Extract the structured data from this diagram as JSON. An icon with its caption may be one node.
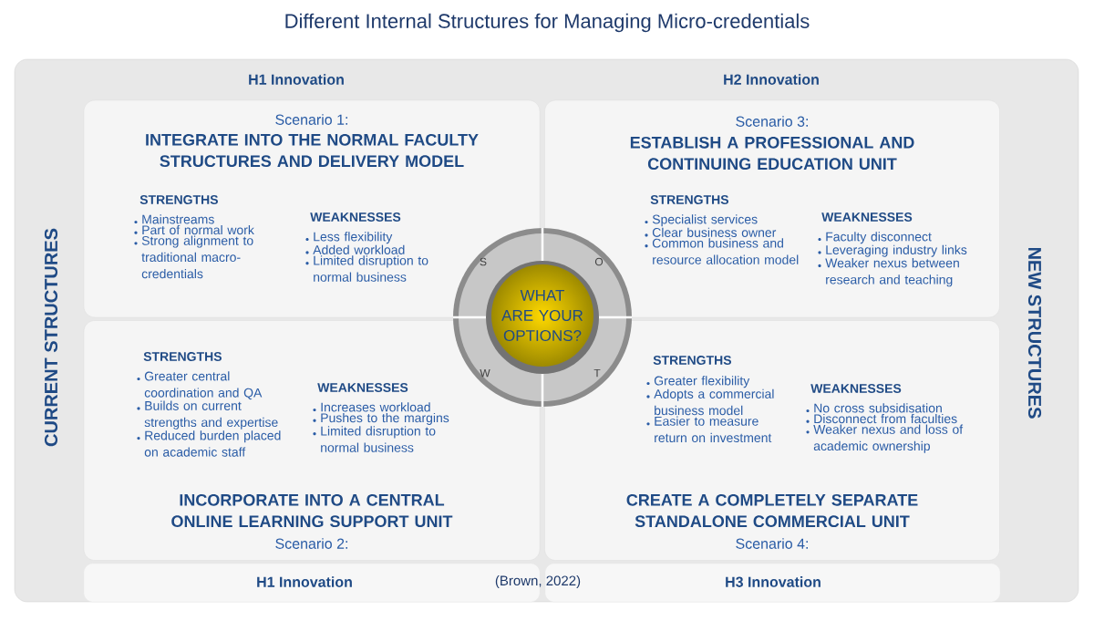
{
  "diagram": {
    "title": "Different Internal Structures for Managing Micro-credentials",
    "nodes": [
      {
        "text": [
          "Scenario 1:",
          "INTEGRATE INTO THE NORMAL FACULTY STRUCTURES AND DELIVERY MODEL",
          "STRENGTHS",
          "Mainstreams",
          "Part of normal work",
          "Strong alignment to traditional macro-credentials",
          "WEAKNESSES",
          "Less flexibility",
          "Added workload",
          "Limited disruption to normal business"
        ]
      },
      {
        "text": [
          "Scenario 3:",
          "ESTABLISH A PROFESSIONAL AND CONTINUING EDUCATION UNIT",
          "STRENGTHS",
          "Specialist services",
          "Clear business owner",
          "Common business and resource allocation model",
          "WEAKNESSES",
          "Faculty disconnect",
          "Leveraging industry links",
          "Weaker nexus between research and teaching"
        ]
      },
      {
        "text": [
          "WHAT ARE YOUR OPTIONS?"
        ]
      },
      {
        "text": [
          "STRENGTHS",
          "Greater central coordination and QA",
          "Builds on current strengths and expertise",
          "Reduced burden placed on academic staff",
          "WEAKNESSES",
          "Increases workload",
          "Pushes to the margins",
          "Limited disruption to normal business",
          "INCORPORATE INTO A CENTRAL ONLINE LEARNING SUPPORT UNIT",
          "Scenario 2:"
        ]
      },
      {
        "text": [
          "STRENGTHS",
          "Greater flexibility",
          "Adopts a commercial business model",
          "Easier to measure return on investment",
          "WEAKNESSES",
          "No cross subsidisation",
          "Disconnect from faculties",
          "Weaker nexus and loss of academic ownership",
          "CREATE A COMPLETELY SEPARATE STANDALONE COMMERCIAL UNIT",
          "Scenario 4:"
        ]
      }
    ],
    "labels": [
      "H1 Innovation",
      "H2 Innovation",
      "CURRENT STRUCTURES",
      "NEW STRUCTURES",
      "S",
      "O",
      "W",
      "T",
      "H1 Innovation",
      "(Brown, 2022)",
      "H3 Innovation"
    ]
  }
}
